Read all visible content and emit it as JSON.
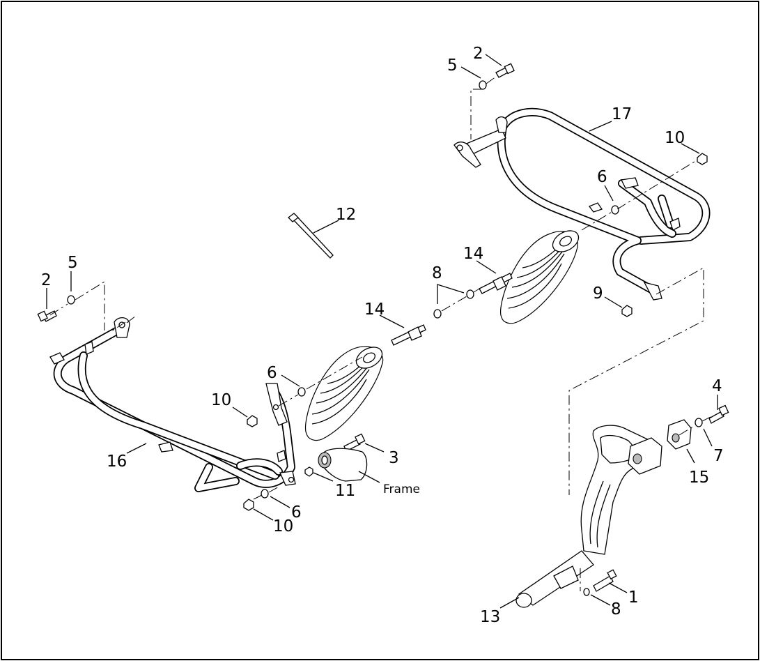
{
  "callouts": [
    {
      "id": "c-2-right",
      "text": "2"
    },
    {
      "id": "c-5-right",
      "text": "5"
    },
    {
      "id": "c-17",
      "text": "17"
    },
    {
      "id": "c-10-right",
      "text": "10"
    },
    {
      "id": "c-6-right",
      "text": "6"
    },
    {
      "id": "c-12",
      "text": "12"
    },
    {
      "id": "c-14-upper",
      "text": "14"
    },
    {
      "id": "c-8-upper",
      "text": "8"
    },
    {
      "id": "c-9",
      "text": "9"
    },
    {
      "id": "c-14-lower",
      "text": "14"
    },
    {
      "id": "c-2-left",
      "text": "2"
    },
    {
      "id": "c-5-left",
      "text": "5"
    },
    {
      "id": "c-6-left",
      "text": "6"
    },
    {
      "id": "c-10-left",
      "text": "10"
    },
    {
      "id": "c-3",
      "text": "3"
    },
    {
      "id": "c-16",
      "text": "16"
    },
    {
      "id": "c-11",
      "text": "11"
    },
    {
      "id": "c-6-bottom",
      "text": "6"
    },
    {
      "id": "c-10-bottom",
      "text": "10"
    },
    {
      "id": "c-4",
      "text": "4"
    },
    {
      "id": "c-7",
      "text": "7"
    },
    {
      "id": "c-15",
      "text": "15"
    },
    {
      "id": "c-1",
      "text": "1"
    },
    {
      "id": "c-8-lower",
      "text": "8"
    },
    {
      "id": "c-13",
      "text": "13"
    }
  ],
  "frame_label": "Frame"
}
